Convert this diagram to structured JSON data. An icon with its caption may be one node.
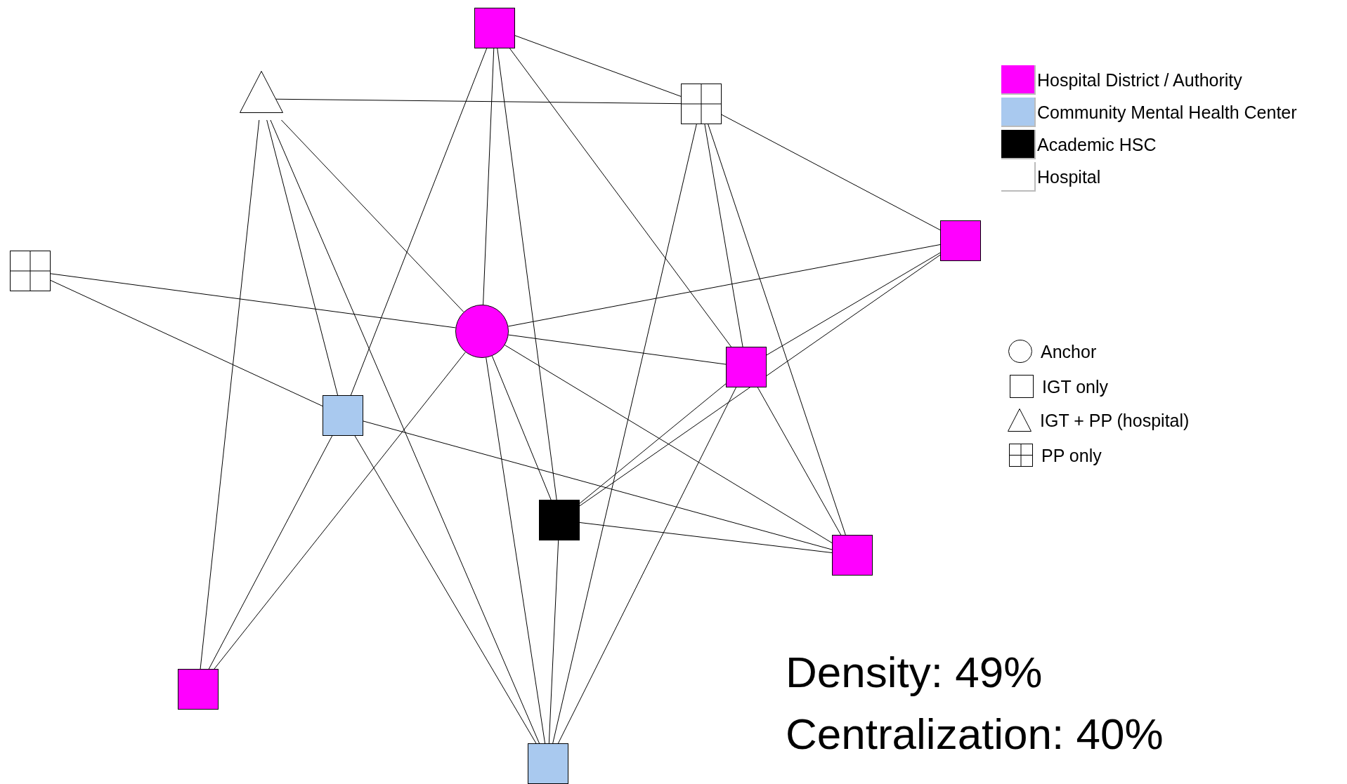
{
  "diagram": {
    "nodes": [
      {
        "text": [],
        "shape": "box"
      },
      {
        "text": [],
        "shape": "triangle"
      },
      {
        "text": [],
        "shape": "grid"
      },
      {
        "text": [],
        "shape": "grid"
      },
      {
        "text": [],
        "shape": "box"
      },
      {
        "text": [],
        "shape": "circle"
      },
      {
        "text": [],
        "shape": "box"
      },
      {
        "text": [],
        "shape": "box"
      },
      {
        "text": [],
        "shape": "box"
      },
      {
        "text": [],
        "shape": "box"
      },
      {
        "text": [],
        "shape": "box"
      },
      {
        "text": [],
        "shape": "box"
      }
    ],
    "edges": [
      {
        "from": 0,
        "to": 2,
        "arrow": "none"
      },
      {
        "from": 0,
        "to": 5,
        "arrow": "none"
      },
      {
        "from": 0,
        "to": 6,
        "arrow": "none"
      },
      {
        "from": 0,
        "to": 7,
        "arrow": "none"
      },
      {
        "from": 0,
        "to": 8,
        "arrow": "none"
      },
      {
        "from": 1,
        "to": 2,
        "arrow": "none"
      },
      {
        "from": 1,
        "to": 5,
        "arrow": "none"
      },
      {
        "from": 1,
        "to": 7,
        "arrow": "none"
      },
      {
        "from": 1,
        "to": 10,
        "arrow": "none"
      },
      {
        "from": 1,
        "to": 11,
        "arrow": "none"
      },
      {
        "from": 2,
        "to": 4,
        "arrow": "none"
      },
      {
        "from": 2,
        "to": 6,
        "arrow": "none"
      },
      {
        "from": 2,
        "to": 9,
        "arrow": "none"
      },
      {
        "from": 2,
        "to": 11,
        "arrow": "none"
      },
      {
        "from": 3,
        "to": 5,
        "arrow": "none"
      },
      {
        "from": 3,
        "to": 7,
        "arrow": "none"
      },
      {
        "from": 4,
        "to": 5,
        "arrow": "none"
      },
      {
        "from": 4,
        "to": 6,
        "arrow": "none"
      },
      {
        "from": 4,
        "to": 8,
        "arrow": "none"
      },
      {
        "from": 5,
        "to": 6,
        "arrow": "none"
      },
      {
        "from": 5,
        "to": 8,
        "arrow": "none"
      },
      {
        "from": 5,
        "to": 9,
        "arrow": "none"
      },
      {
        "from": 5,
        "to": 10,
        "arrow": "none"
      },
      {
        "from": 5,
        "to": 11,
        "arrow": "none"
      },
      {
        "from": 6,
        "to": 8,
        "arrow": "none"
      },
      {
        "from": 6,
        "to": 9,
        "arrow": "none"
      },
      {
        "from": 6,
        "to": 11,
        "arrow": "none"
      },
      {
        "from": 7,
        "to": 9,
        "arrow": "none"
      },
      {
        "from": 7,
        "to": 10,
        "arrow": "none"
      },
      {
        "from": 7,
        "to": 11,
        "arrow": "none"
      },
      {
        "from": 8,
        "to": 9,
        "arrow": "none"
      },
      {
        "from": 8,
        "to": 11,
        "arrow": "none"
      }
    ],
    "labels": [
      "Density: 49%",
      "Centralization: 40%"
    ],
    "legend": [
      {
        "text": "Hospital District / Authority",
        "color": "#ff00ff"
      },
      {
        "text": "Community Mental Health Center",
        "color": "#a9c9ef"
      },
      {
        "text": "Academic HSC",
        "color": "#000000"
      },
      {
        "text": "Hospital",
        "color": "#ffffff"
      },
      {
        "text": "Anchor"
      },
      {
        "text": "IGT only"
      },
      {
        "text": "IGT + PP (hospital)"
      },
      {
        "text": "PP only"
      }
    ]
  }
}
